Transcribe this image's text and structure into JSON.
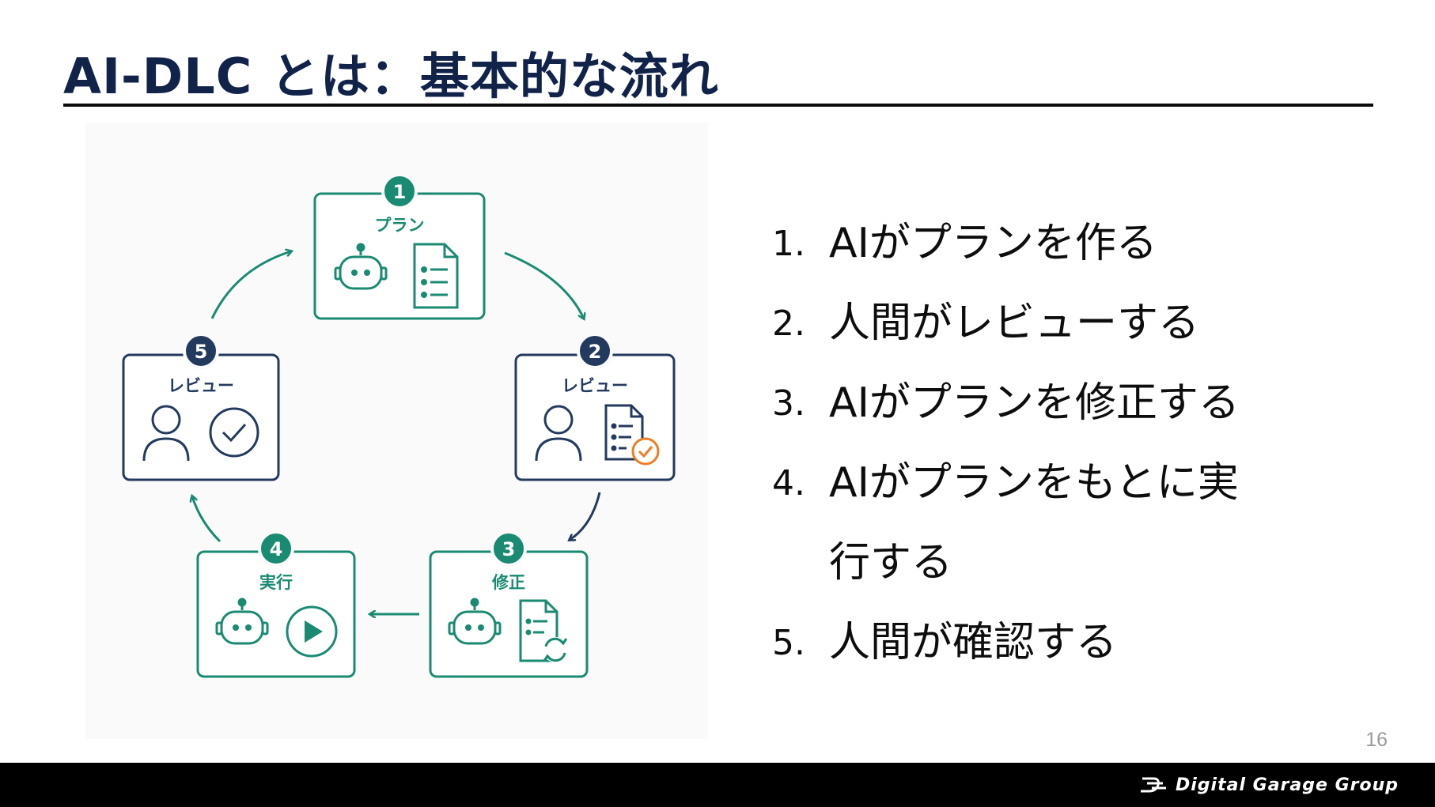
{
  "slide": {
    "title": "AI-DLC とは：基本的な流れ",
    "page_number": "16",
    "logo_text": "Digital Garage Group"
  },
  "colors": {
    "teal": "#1a8a72",
    "navy": "#233a5e",
    "orange": "#ee7d24",
    "title": "#12234a"
  },
  "diagram": {
    "nodes": [
      {
        "number": "1",
        "label": "プラン",
        "icons": [
          "robot-icon",
          "checklist-document-icon"
        ]
      },
      {
        "number": "2",
        "label": "レビュー",
        "icons": [
          "person-icon",
          "document-check-icon"
        ]
      },
      {
        "number": "3",
        "label": "修正",
        "icons": [
          "robot-icon",
          "document-refresh-icon"
        ]
      },
      {
        "number": "4",
        "label": "実行",
        "icons": [
          "robot-icon",
          "play-icon"
        ]
      },
      {
        "number": "5",
        "label": "レビュー",
        "icons": [
          "person-icon",
          "check-circle-icon"
        ]
      }
    ]
  },
  "steps": [
    {
      "number": "1.",
      "text": "AIがプランを作る"
    },
    {
      "number": "2.",
      "text": "人間がレビューする"
    },
    {
      "number": "3.",
      "text": "AIがプランを修正する"
    },
    {
      "number": "4.",
      "text": "AIがプランをもとに実行する"
    },
    {
      "number": "5.",
      "text": "人間が確認する"
    }
  ]
}
